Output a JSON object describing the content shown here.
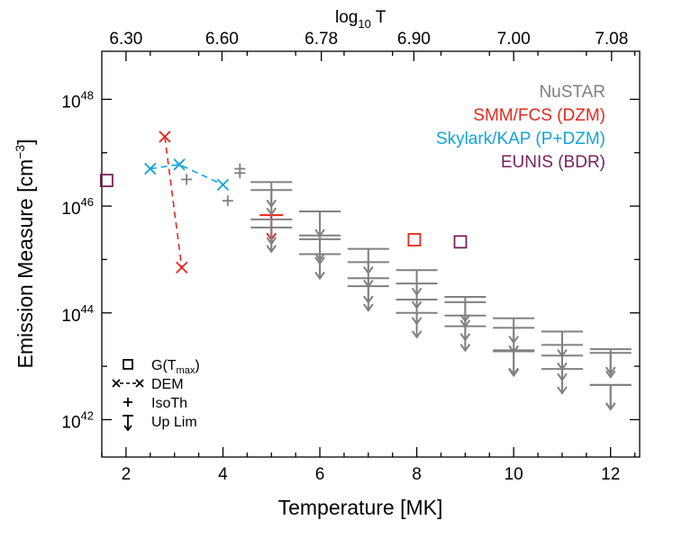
{
  "chart_data": {
    "type": "scatter",
    "xlabel": "Temperature [MK]",
    "ylabel_main": "Emission Measure [cm",
    "ylabel_sup": "−3",
    "ylabel_close": "]",
    "top_label_main": "log",
    "top_label_sub": "10",
    "top_label_T": " T",
    "xlim": [
      1.5,
      12.6
    ],
    "ylim_log": [
      41.3,
      48.9
    ],
    "x_ticks": [
      {
        "v": 2,
        "t": "2"
      },
      {
        "v": 4,
        "t": "4"
      },
      {
        "v": 6,
        "t": "6"
      },
      {
        "v": 8,
        "t": "8"
      },
      {
        "v": 10,
        "t": "10"
      },
      {
        "v": 12,
        "t": "12"
      }
    ],
    "y_ticks": [
      {
        "v": 42,
        "base": "10",
        "exp": "42"
      },
      {
        "v": 44,
        "base": "10",
        "exp": "44"
      },
      {
        "v": 46,
        "base": "10",
        "exp": "46"
      },
      {
        "v": 48,
        "base": "10",
        "exp": "48"
      }
    ],
    "top_ticks": [
      {
        "v": 2.0,
        "t": "6.30"
      },
      {
        "v": 3.98,
        "t": "6.60"
      },
      {
        "v": 6.03,
        "t": "6.78"
      },
      {
        "v": 7.94,
        "t": "6.90"
      },
      {
        "v": 10.0,
        "t": "7.00"
      },
      {
        "v": 12.02,
        "t": "7.08"
      }
    ],
    "legend_instruments": [
      {
        "name": "NuSTAR",
        "color": "#808080"
      },
      {
        "name": "SMM/FCS (DZM)",
        "color": "#e8261c"
      },
      {
        "name": "Skylark/KAP (P+DZM)",
        "color": "#12a3dc"
      },
      {
        "name": "EUNIS (BDR)",
        "color": "#7a1f5d"
      }
    ],
    "legend_methods": [
      {
        "symbol": "square",
        "label": "G(T",
        "sub": "max",
        "close": ")"
      },
      {
        "symbol": "dem",
        "label": "DEM"
      },
      {
        "symbol": "plus",
        "label": "IsoTh"
      },
      {
        "symbol": "uplim",
        "label": "Up Lim"
      }
    ],
    "series": [
      {
        "name": "EUNIS (BDR)",
        "color": "#7a1f5d",
        "marker": "square",
        "points": [
          {
            "x": 1.6,
            "y": 46.48
          },
          {
            "x": 8.9,
            "y": 45.33
          }
        ]
      },
      {
        "name": "SMM/FCS (DZM)",
        "color": "#e8261c",
        "marker": "square",
        "points": [
          {
            "x": 7.95,
            "y": 45.37
          }
        ]
      },
      {
        "name": "SMM/FCS (DZM)",
        "color": "#e8261c",
        "marker": "x",
        "connected": true,
        "points": [
          {
            "x": 2.8,
            "y": 47.3
          },
          {
            "x": 3.15,
            "y": 44.85
          }
        ]
      },
      {
        "name": "SMM/FCS (DZM)",
        "color": "#e8261c",
        "marker": "uplim",
        "points": [
          {
            "x": 5.0,
            "y": 45.83
          }
        ]
      },
      {
        "name": "Skylark/KAP (P+DZM)",
        "color": "#12a3dc",
        "marker": "x",
        "connected": true,
        "points": [
          {
            "x": 2.5,
            "y": 46.7
          },
          {
            "x": 3.1,
            "y": 46.78
          },
          {
            "x": 4.0,
            "y": 46.4
          }
        ]
      },
      {
        "name": "NuSTAR",
        "color": "#808080",
        "marker": "plus",
        "points": [
          {
            "x": 3.25,
            "y": 46.5
          },
          {
            "x": 4.1,
            "y": 46.1
          },
          {
            "x": 4.35,
            "y": 46.7
          },
          {
            "x": 4.35,
            "y": 46.62
          }
        ]
      },
      {
        "name": "NuSTAR",
        "color": "#808080",
        "marker": "uplim",
        "points": [
          {
            "x": 5.0,
            "y": 46.45
          },
          {
            "x": 5.0,
            "y": 46.3
          },
          {
            "x": 5.0,
            "y": 45.75
          },
          {
            "x": 5.0,
            "y": 45.6
          },
          {
            "x": 6.0,
            "y": 45.9
          },
          {
            "x": 6.0,
            "y": 45.45
          },
          {
            "x": 6.0,
            "y": 45.38
          },
          {
            "x": 6.0,
            "y": 45.1
          },
          {
            "x": 7.0,
            "y": 45.2
          },
          {
            "x": 7.0,
            "y": 44.95
          },
          {
            "x": 7.0,
            "y": 44.65
          },
          {
            "x": 7.0,
            "y": 44.5
          },
          {
            "x": 8.0,
            "y": 44.8
          },
          {
            "x": 8.0,
            "y": 44.55
          },
          {
            "x": 8.0,
            "y": 44.25
          },
          {
            "x": 8.0,
            "y": 44.0
          },
          {
            "x": 9.0,
            "y": 44.3
          },
          {
            "x": 9.0,
            "y": 44.2
          },
          {
            "x": 9.0,
            "y": 43.95
          },
          {
            "x": 9.0,
            "y": 43.75
          },
          {
            "x": 10.0,
            "y": 43.9
          },
          {
            "x": 10.0,
            "y": 43.72
          },
          {
            "x": 10.0,
            "y": 43.3
          },
          {
            "x": 10.0,
            "y": 43.28
          },
          {
            "x": 11.0,
            "y": 43.65
          },
          {
            "x": 11.0,
            "y": 43.4
          },
          {
            "x": 11.0,
            "y": 43.2
          },
          {
            "x": 11.0,
            "y": 42.95
          },
          {
            "x": 12.0,
            "y": 43.32
          },
          {
            "x": 12.0,
            "y": 43.25
          },
          {
            "x": 12.0,
            "y": 42.65
          },
          {
            "x": 12.0,
            "y": 42.65
          }
        ]
      }
    ]
  }
}
